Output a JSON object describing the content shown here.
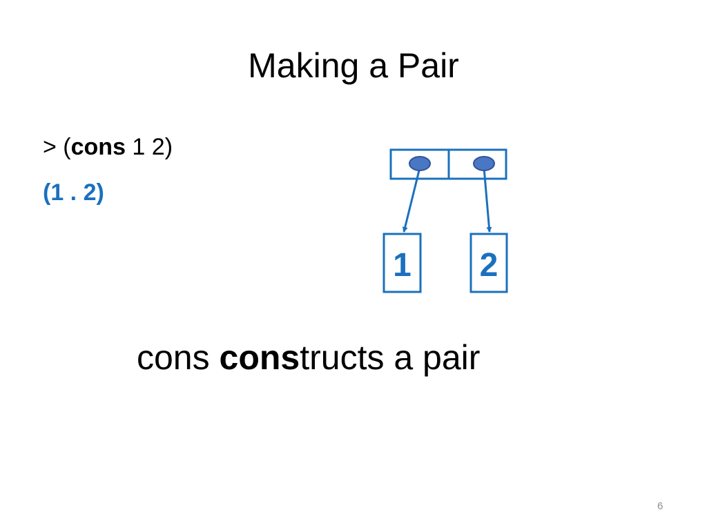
{
  "slide": {
    "title": "Making a Pair",
    "page_number": "6"
  },
  "code": {
    "prompt_prefix": "> (",
    "keyword": "cons",
    "prompt_suffix": " 1 2)",
    "result": "(1 . 2)"
  },
  "diagram": {
    "car_value": "1",
    "cdr_value": "2"
  },
  "caption": {
    "lead": "cons ",
    "emphasis": "cons",
    "rest": "tructs a pair"
  },
  "colors": {
    "accent": "#1b70be",
    "pointer_fill": "#4a77c4",
    "pointer_stroke": "#2e5497"
  }
}
